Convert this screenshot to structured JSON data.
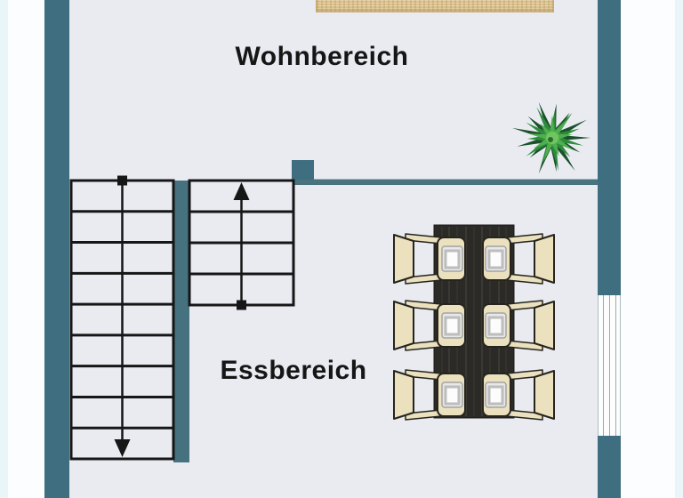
{
  "labels": {
    "living_area": "Wohnbereich",
    "dining_area": "Essbereich"
  },
  "stairs": {
    "left": {
      "steps": 9,
      "direction": "down"
    },
    "right": {
      "steps": 4,
      "direction": "up"
    }
  },
  "furniture": {
    "dining_set": {
      "table": "dark-wood-dining-table",
      "chair_count": 6,
      "rows": 3,
      "sides": 2
    },
    "rug": "beige-rug",
    "plant": "green-potted-plant"
  },
  "window": {
    "wall": "right"
  },
  "colors": {
    "wall": "#3e6e80",
    "inner_wall": "#4a7380",
    "floor": "#e9ebf1",
    "outside": "#fcfdfe",
    "stair_line": "#161616",
    "rug": "#dcc28e",
    "table": "#2b2a26",
    "chair": "#ebe1bf",
    "plant": "#2e8a3d",
    "label_text": "#161616"
  }
}
